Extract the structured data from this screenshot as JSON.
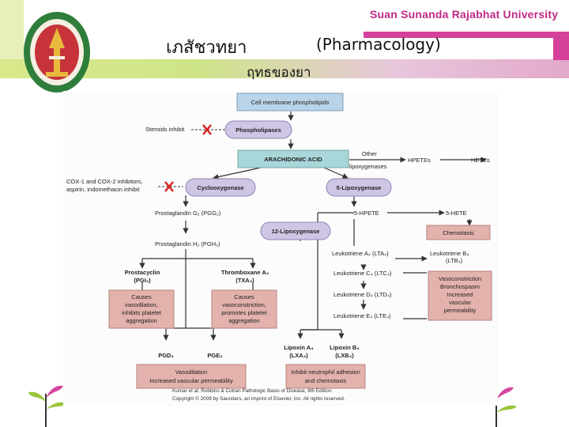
{
  "header": {
    "university": "Suan Sunanda Rajabhat University",
    "title_thai": "เภสัชวทยา",
    "title_english": "(Pharmacology)",
    "subtitle": "ฤทธของยา"
  },
  "diagram": {
    "cell_membrane": "Cell membrane phospholipids",
    "steroids_inhibit": "Steroids inhibit",
    "phospholipases": "Phospholipases",
    "arachidonic_acid": "ARACHIDONIC ACID",
    "other": "Other",
    "lipoxygenases": "lipoxygenases",
    "hpetes": "HPETEs",
    "hetes": "HETEs",
    "cox_inhibitors_1": "COX-1 and COX-2 inhibitors,",
    "cox_inhibitors_2": "aspirin, indomethacin inhibit",
    "cyclooxygenase": "Cyclooxygenase",
    "five_lipoxygenase": "5-Lipoxygenase",
    "pgg2": "Prostaglandin G₂ (PGG₂)",
    "five_hpete": "5-HPETE",
    "five_hete": "5-HETE",
    "twelve_lipoxygenase": "12-Lipoxygenase",
    "chemotaxis": "Chemotaxis",
    "pgh2": "Prostaglandin H₂ (PGH₂)",
    "lta4": "Leukotriene A₄ (LTA₄)",
    "ltb4_1": "Leukotriene B₄",
    "ltb4_2": "(LTB₄)",
    "prostacyclin_1": "Prostacyclin",
    "prostacyclin_2": "(PGI₂)",
    "thromboxane_1": "Thromboxane A₂",
    "thromboxane_2": "(TXA₂)",
    "ltc4": "Leukotriene C₄ (LTC₄)",
    "ltd4": "Leukotriene D₄ (LTD₄)",
    "lte4": "Leukotriene E₄ (LTE₄)",
    "vaso_box": [
      "Vasoconstriction",
      "Bronchospasm",
      "Increased",
      "vascular",
      "permeability"
    ],
    "pgi2_box": [
      "Causes",
      "vasodilation,",
      "inhibits platelet",
      "aggregation"
    ],
    "txa2_box": [
      "Causes",
      "vasoconstriction,",
      "promotes platelet",
      "aggregation"
    ],
    "pgd2": "PGD₂",
    "pge2": "PGE₂",
    "lxa4_1": "Lipoxin A₄",
    "lxa4_2": "(LXA₄)",
    "lxb4_1": "Lipoxin B₄",
    "lxb4_2": "(LXB₄)",
    "vasodilation_box": [
      "Vasodilation",
      "Increased vascular permeability"
    ],
    "neutrophil_box": [
      "Inhibit neutrophil adhesion",
      "and chemotaxis"
    ],
    "citation_1": "Kumar et al: Robbins & Cotran Pathologic Basis of Disease, 8th Edition.",
    "citation_2": "Copyright © 2009 by Saunders, an imprint of Elsevier, Inc. All rights reserved."
  },
  "colors": {
    "title_pink": "#c02a86",
    "box_blue": "#b9d3e8",
    "box_lavender": "#cfc6e6",
    "box_teal": "#a8d6d9",
    "box_salmon": "#e3b2ad"
  }
}
